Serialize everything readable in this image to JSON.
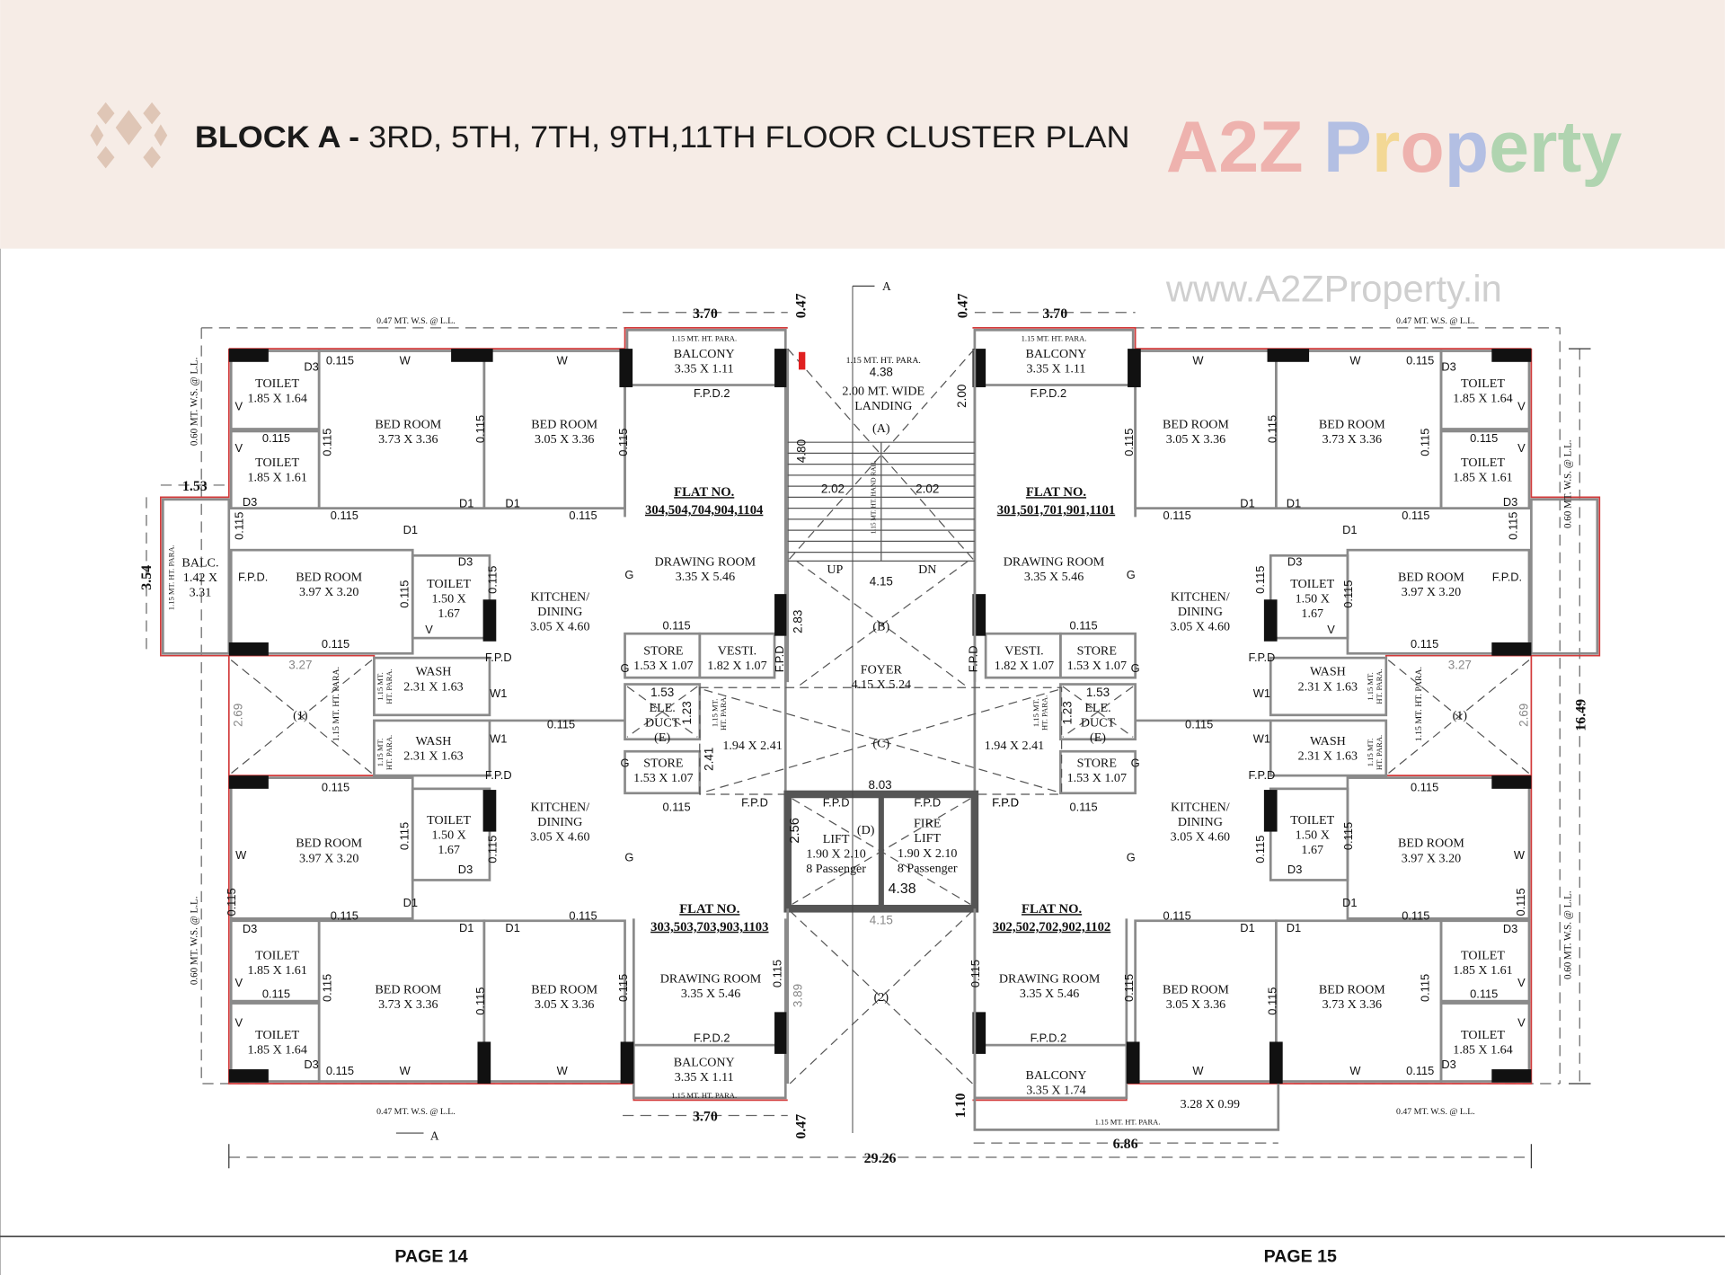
{
  "header": {
    "title_bold": "BLOCK A - ",
    "title_rest": "3RD, 5TH, 7TH, 9TH,11TH FLOOR CLUSTER PLAN",
    "logo_icon": "diamond-cluster-logo",
    "background": "#f6ece6"
  },
  "watermark": {
    "logo_text": "A2Z Property",
    "url_text": "www.A2ZProperty.in"
  },
  "footer": {
    "left_page": "PAGE 14",
    "right_page": "PAGE 15"
  },
  "flats": [
    {
      "title": "FLAT NO.",
      "numbers": "304,504,704,904,1104"
    },
    {
      "title": "FLAT NO.",
      "numbers": "301,501,701,901,1101"
    },
    {
      "title": "FLAT NO.",
      "numbers": "303,503,703,903,1103"
    },
    {
      "title": "FLAT NO.",
      "numbers": "302,502,702,902,1102"
    }
  ],
  "rooms": [
    [
      "TOILET",
      "1.85 X 1.64"
    ],
    [
      "TOILET",
      "1.85 X 1.61"
    ],
    [
      "BED ROOM",
      "3.73 X 3.36"
    ],
    [
      "BED ROOM",
      "3.05 X 3.36"
    ],
    [
      "BALCONY",
      "3.35 X 1.11"
    ],
    [
      "DRAWING ROOM",
      "3.35 X 5.46"
    ],
    [
      "KITCHEN/",
      "DINING",
      "3.05 X 4.60"
    ],
    [
      "BED ROOM",
      "3.97 X 3.20"
    ],
    [
      "TOILET",
      "1.50 X",
      "1.67"
    ],
    [
      "BALC.",
      "1.42 X",
      "3.31"
    ],
    [
      "STORE",
      "1.53 X 1.07"
    ],
    [
      "VESTI.",
      "1.82 X 1.07"
    ],
    [
      "WASH",
      "2.31 X 1.63"
    ],
    [
      "WASH",
      "2.31 X 1.63"
    ],
    [
      "STORE",
      "1.53 X 1.07"
    ],
    [
      "ELE.",
      "DUCT",
      "(E)"
    ],
    [
      "1.94 X 2.41"
    ],
    [
      "BED ROOM",
      "3.97 X 3.20"
    ],
    [
      "TOILET",
      "1.50 X",
      "1.67"
    ],
    [
      "KITCHEN/",
      "DINING",
      "3.05 X 4.60"
    ],
    [
      "DRAWING ROOM",
      "3.35 X 5.46"
    ],
    [
      "BALCONY",
      "3.35 X 1.11"
    ],
    [
      "TOILET",
      "1.85 X 1.61"
    ],
    [
      "TOILET",
      "1.85 X 1.64"
    ],
    [
      "BED ROOM",
      "3.73 X 3.36"
    ],
    [
      "BED ROOM",
      "3.05 X 3.36"
    ],
    [
      "BALCONY",
      "3.35 X 1.11"
    ],
    [
      "DRAWING ROOM",
      "3.35 X 5.46"
    ],
    [
      "BED ROOM",
      "3.05 X 3.36"
    ],
    [
      "BED ROOM",
      "3.73 X 3.36"
    ],
    [
      "TOILET",
      "1.85 X 1.64"
    ],
    [
      "TOILET",
      "1.85 X 1.61"
    ],
    [
      "KITCHEN/",
      "DINING",
      "3.05 X 4.60"
    ],
    [
      "BED ROOM",
      "3.97 X 3.20"
    ],
    [
      "TOILET",
      "1.50 X",
      "1.67"
    ],
    [
      "STORE",
      "1.53 X 1.07"
    ],
    [
      "VESTI.",
      "1.82 X 1.07"
    ],
    [
      "WASH",
      "2.31 X 1.63"
    ],
    [
      "WASH",
      "2.31 X 1.63"
    ],
    [
      "STORE",
      "1.53 X 1.07"
    ],
    [
      "ELE.",
      "DUCT",
      "(E)"
    ],
    [
      "1.94 X 2.41"
    ],
    [
      "DRAWING ROOM",
      "3.35 X 5.46"
    ],
    [
      "BALCONY",
      "3.35 X 1.74"
    ],
    [
      "3.28 X 0.99"
    ],
    [
      "BED ROOM",
      "3.05 X 3.36"
    ],
    [
      "BED ROOM",
      "3.73 X 3.36"
    ],
    [
      "TOILET",
      "1.85 X 1.61"
    ],
    [
      "TOILET",
      "1.85 X 1.64"
    ],
    [
      "KITCHEN/",
      "DINING",
      "3.05 X 4.60"
    ],
    [
      "BED ROOM",
      "3.97 X 3.20"
    ],
    [
      "TOILET",
      "1.50 X",
      "1.67"
    ],
    [
      "2.00 MT. WIDE",
      "LANDING"
    ],
    [
      "(A)"
    ],
    [
      "UP"
    ],
    [
      "DN"
    ],
    [
      "(B)"
    ],
    [
      "FOYER",
      "4.15 X 5.24"
    ],
    [
      "(C)"
    ],
    [
      "LIFT",
      "1.90 X 2.10",
      "8 Passenger"
    ],
    [
      "FIRE",
      "LIFT",
      "1.90 X 2.10",
      "8 Passenger"
    ],
    [
      "(D)"
    ],
    [
      "(2)"
    ],
    [
      "(1)"
    ],
    [
      "(1)"
    ]
  ],
  "dimensions": [
    "3.70",
    "3.70",
    "3.70",
    "0.47",
    "0.47",
    "0.47",
    "1.53",
    "3.54",
    "16.49",
    "29.26",
    "6.86",
    "1.10",
    "4.38",
    "4.38",
    "4.80",
    "2.00",
    "2.02",
    "2.02",
    "4.15",
    "2.83",
    "8.03",
    "2.56",
    "4.15",
    "3.89",
    "3.27",
    "3.27",
    "2.69",
    "2.69",
    "2.41",
    "1.53",
    "1.23",
    "1.53",
    "1.23"
  ],
  "notes": [
    "0.47 MT. W.S. @ L.L.",
    "0.47 MT. W.S. @ L.L.",
    "0.47 MT. W.S. @ L.L.",
    "0.47 MT. W.S. @ L.L.",
    "0.60 MT. W.S. @ L.L.",
    "0.60 MT. W.S. @ L.L.",
    "0.60 MT. W.S. @ L.L.",
    "0.60 MT. W.S. @ L.L.",
    "1.15 MT. HT. PARA.",
    "1.15 MT. HT. PARA.",
    "1.15 MT. HT. PARA.",
    "1.15 MT. HT. PARA.",
    "1.15 MT. HT. PARA.",
    "1.15 MT. HT. PARA.",
    "1.15 MT. HT. PARA.",
    "1.15 MT. HT. PARA.",
    "1.15 MT. HT. PARA.",
    "1.15 MT. HT. PARA.",
    "1.15 MT. HT. PARA.",
    "1.15 MT. HT. PARA.",
    "1.15 MT. HT. PARA.",
    "1.15 MT. HT. PARA.",
    "1.15 MT. HT. HAND RAIL",
    "A",
    "A"
  ],
  "markers": [
    "D3",
    "0.115",
    "W",
    "W",
    "V",
    "V",
    "0.115",
    "D3",
    "0.115",
    "D1",
    "D1",
    "0.115",
    "D1",
    "0.115",
    "0.115",
    "0.115",
    "0.115",
    "F.P.D.",
    "0.115",
    "D3",
    "0.115",
    "V",
    "0.115",
    "F.P.D",
    "G",
    "F.P.D.2",
    "0.115",
    "G",
    "F.P.D",
    "W1",
    "W1",
    "0.115",
    "F.P.D",
    "G",
    "0.115",
    "F.P.D",
    "0.115",
    "W",
    "0.115",
    "D3",
    "0.115",
    "G",
    "D1",
    "D3",
    "0.115",
    "D1",
    "D1",
    "0.115",
    "V",
    "0.115",
    "V",
    "D3",
    "0.115",
    "W",
    "W",
    "F.P.D.2",
    "0.115",
    "0.115",
    "0.115",
    "0.115",
    "0.115"
  ],
  "center_markers": [
    "F.P.D",
    "F.P.D",
    "F.P.D"
  ]
}
